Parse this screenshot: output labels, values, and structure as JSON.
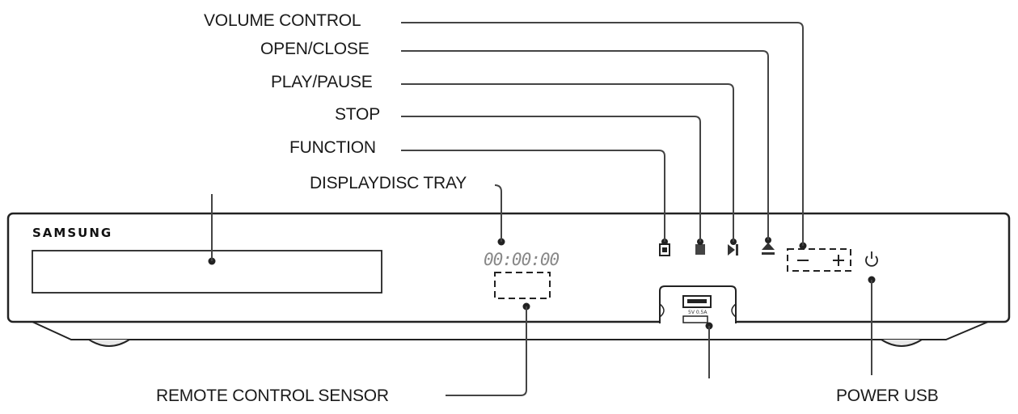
{
  "labels": {
    "volume_control": "VOLUME CONTROL",
    "open_close": "OPEN/CLOSE",
    "play_pause": "PLAY/PAUSE",
    "stop": "STOP",
    "function": "FUNCTION",
    "display_disc_tray": "DISPLAYDISC TRAY",
    "remote_control_sensor": "REMOTE CONTROL SENSOR",
    "power_usb": "POWER USB"
  },
  "device": {
    "brand": "SAMSUNG",
    "display_readout": "00:00:00",
    "usb_rating": "5V 0.5A"
  },
  "icons": [
    "function-icon",
    "stop-icon",
    "play-pause-icon",
    "eject-icon",
    "volume-minus-icon",
    "volume-plus-icon",
    "power-icon"
  ]
}
